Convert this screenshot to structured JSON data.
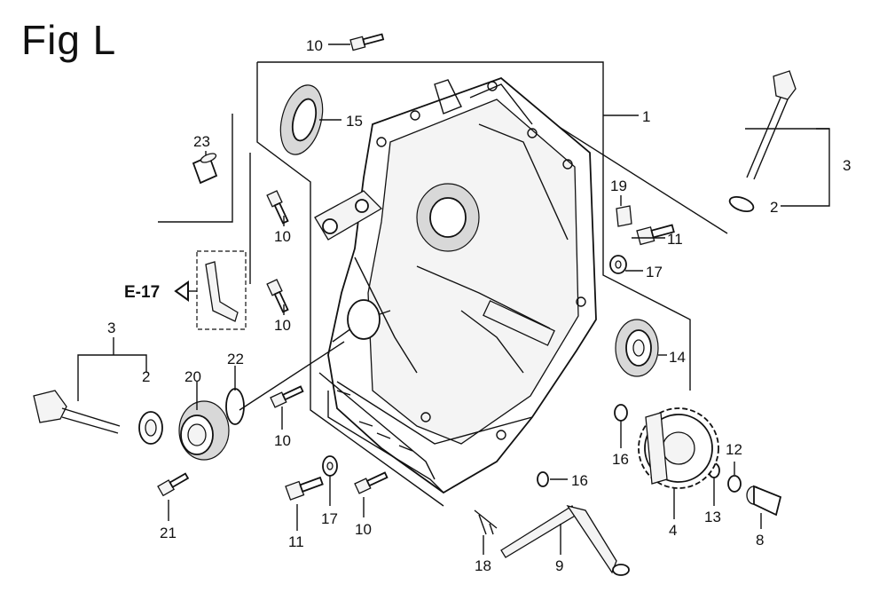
{
  "figure": {
    "title": "Fig L",
    "reference": "E-17"
  },
  "callouts": [
    "1",
    "2",
    "3",
    "4",
    "8",
    "9",
    "10",
    "11",
    "12",
    "13",
    "14",
    "15",
    "16",
    "17",
    "18",
    "19",
    "20",
    "21",
    "22",
    "23"
  ],
  "labels": [
    {
      "id": "c10a",
      "text": "10"
    },
    {
      "id": "c15",
      "text": "15"
    },
    {
      "id": "c1",
      "text": "1"
    },
    {
      "id": "c3a",
      "text": "3"
    },
    {
      "id": "c2a",
      "text": "2"
    },
    {
      "id": "c23",
      "text": "23"
    },
    {
      "id": "c10b",
      "text": "10"
    },
    {
      "id": "c19",
      "text": "19"
    },
    {
      "id": "c11a",
      "text": "11"
    },
    {
      "id": "c17a",
      "text": "17"
    },
    {
      "id": "c10c",
      "text": "10"
    },
    {
      "id": "c14",
      "text": "14"
    },
    {
      "id": "c3b",
      "text": "3"
    },
    {
      "id": "c2b",
      "text": "2"
    },
    {
      "id": "c20",
      "text": "20"
    },
    {
      "id": "c22",
      "text": "22"
    },
    {
      "id": "c10d",
      "text": "10"
    },
    {
      "id": "c16a",
      "text": "16"
    },
    {
      "id": "c12",
      "text": "12"
    },
    {
      "id": "c21",
      "text": "21"
    },
    {
      "id": "c11b",
      "text": "11"
    },
    {
      "id": "c17b",
      "text": "17"
    },
    {
      "id": "c10e",
      "text": "10"
    },
    {
      "id": "c16b",
      "text": "16"
    },
    {
      "id": "c13",
      "text": "13"
    },
    {
      "id": "c8",
      "text": "8"
    },
    {
      "id": "c4",
      "text": "4"
    },
    {
      "id": "c18",
      "text": "18"
    },
    {
      "id": "c9",
      "text": "9"
    }
  ]
}
